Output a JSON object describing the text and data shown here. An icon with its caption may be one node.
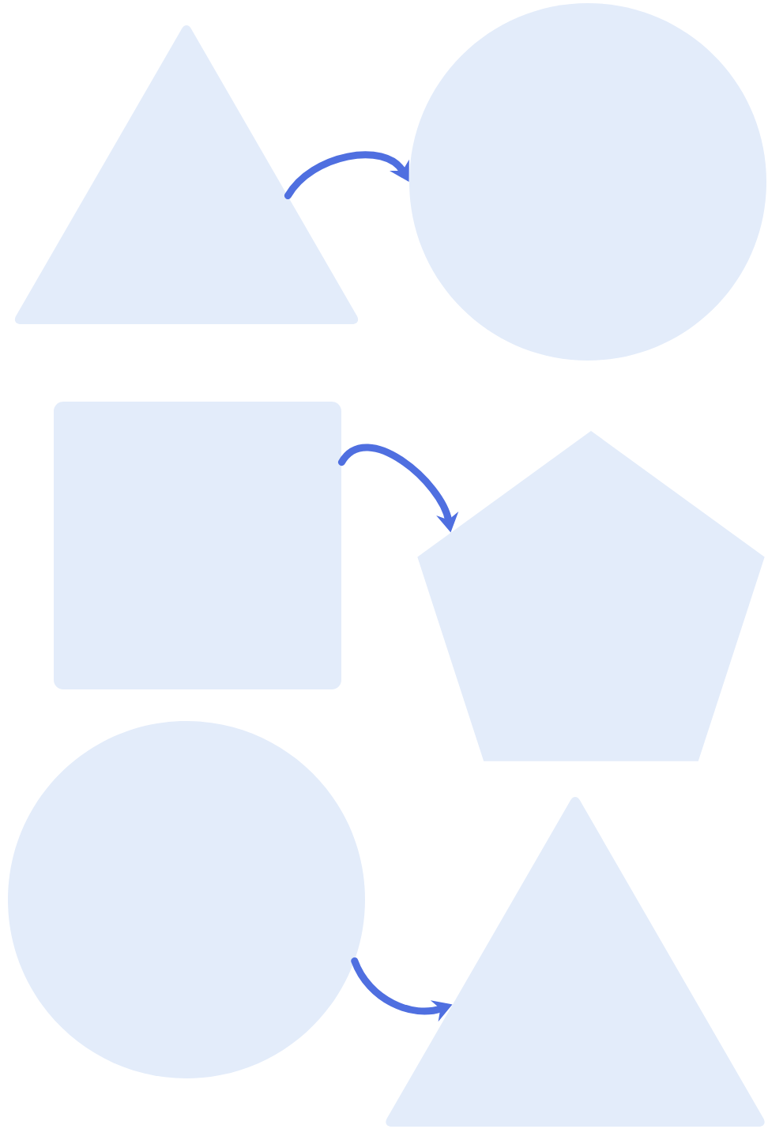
{
  "diagram": {
    "nodes": [
      {
        "text": [],
        "shape": "triangle"
      },
      {
        "text": [],
        "shape": "circle"
      },
      {
        "text": [],
        "shape": "box"
      },
      {
        "text": [],
        "shape": "pentagon"
      },
      {
        "text": [],
        "shape": "circle"
      },
      {
        "text": [],
        "shape": "triangle"
      }
    ],
    "edges": [
      {
        "from": 0,
        "to": 1,
        "arrow": "to"
      },
      {
        "from": 2,
        "to": 3,
        "arrow": "to"
      },
      {
        "from": 4,
        "to": 5,
        "arrow": "to"
      }
    ]
  }
}
